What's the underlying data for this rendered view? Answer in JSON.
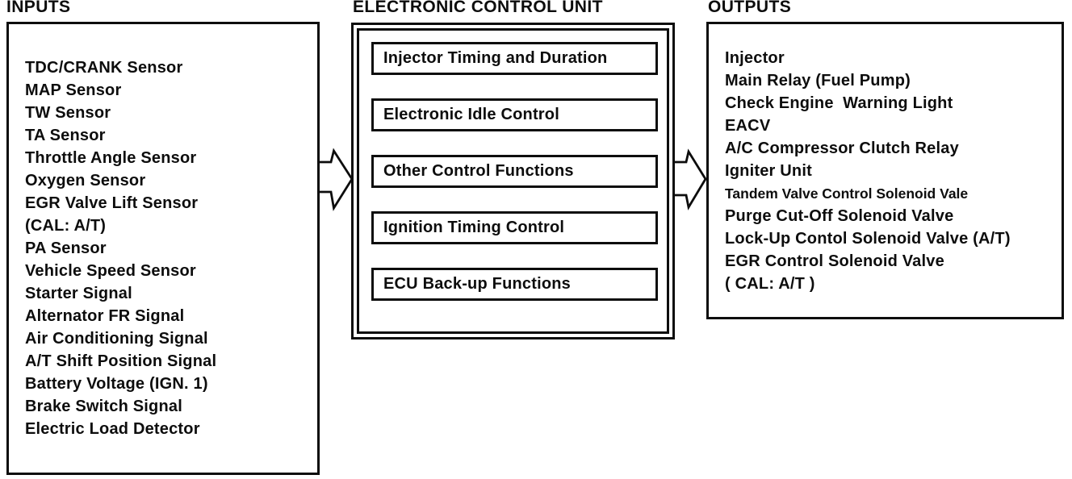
{
  "inputs": {
    "title": "INPUTS",
    "items": [
      "TDC/CRANK Sensor",
      "MAP Sensor",
      "TW Sensor",
      "TA Sensor",
      "Throttle Angle Sensor",
      "Oxygen Sensor",
      "EGR Valve Lift Sensor",
      "(CAL: A/T)",
      "PA Sensor",
      "Vehicle Speed Sensor",
      "Starter Signal",
      "Alternator FR Signal",
      "Air Conditioning Signal",
      "A/T Shift Position Signal",
      "Battery Voltage (IGN. 1)",
      "Brake Switch Signal",
      "Electric Load Detector"
    ]
  },
  "ecu": {
    "title": "ELECTRONIC CONTROL UNIT",
    "functions": [
      "Injector Timing and Duration",
      "Electronic Idle Control",
      "Other Control Functions",
      "Ignition Timing Control",
      "ECU Back-up Functions"
    ]
  },
  "outputs": {
    "title": "OUTPUTS",
    "items": [
      "Injector",
      "Main Relay (Fuel Pump)",
      "Check Engine  Warning Light",
      "EACV",
      "A/C Compressor Clutch Relay",
      "Igniter Unit",
      "Tandem Valve Control Solenoid Vale",
      "Purge Cut-Off Solenoid Valve",
      "Lock-Up Contol Solenoid Valve (A/T)",
      "EGR Control Solenoid Valve",
      "( CAL: A/T )"
    ]
  },
  "colors": {
    "ink": "#0d0d0d",
    "paper": "#ffffff"
  }
}
